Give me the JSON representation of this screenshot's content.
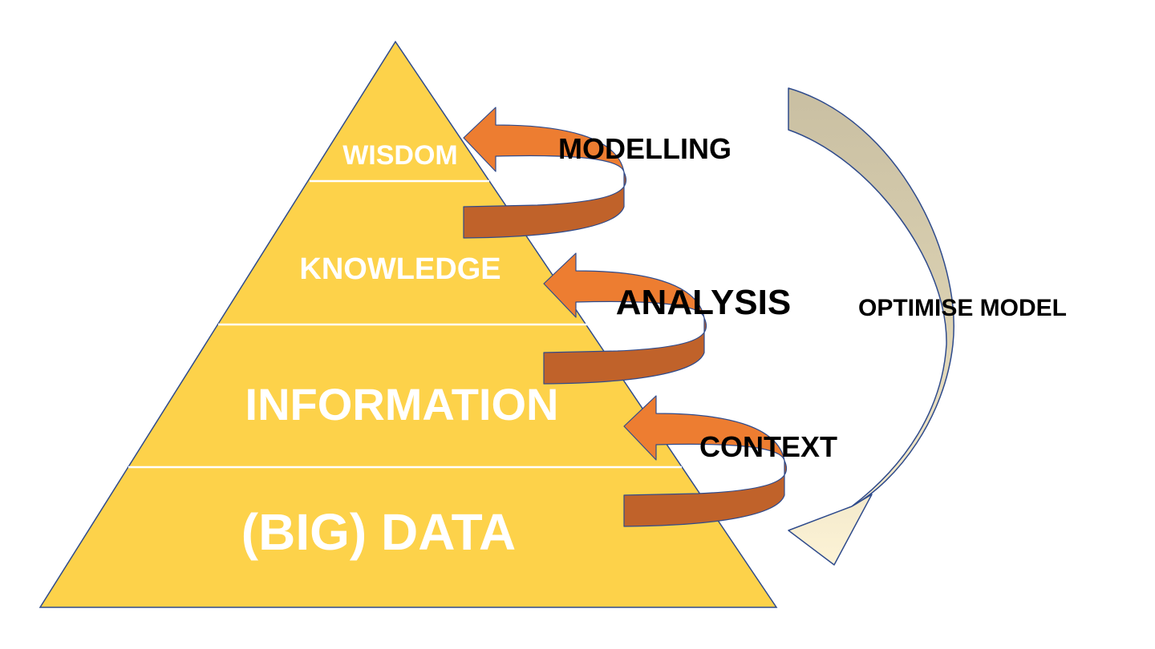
{
  "diagram": {
    "levels": [
      {
        "label": "WISDOM"
      },
      {
        "label": "KNOWLEDGE"
      },
      {
        "label": "INFORMATION"
      },
      {
        "label": "(BIG) DATA"
      }
    ],
    "processes": [
      {
        "label": "MODELLING"
      },
      {
        "label": "ANALYSIS"
      },
      {
        "label": "CONTEXT"
      }
    ],
    "feedback": {
      "label": "OPTIMISE MODEL"
    }
  },
  "colors": {
    "pyramid_fill": "#FDD24A",
    "pyramid_stroke": "#2F4B8C",
    "arrow_fill": "#ED7D31",
    "arrow_dark": "#C0622A",
    "feedback_top": "#C9BFA2",
    "feedback_bottom": "#FDF3D6",
    "level_text": "#FFFFFF",
    "process_text": "#000000"
  }
}
